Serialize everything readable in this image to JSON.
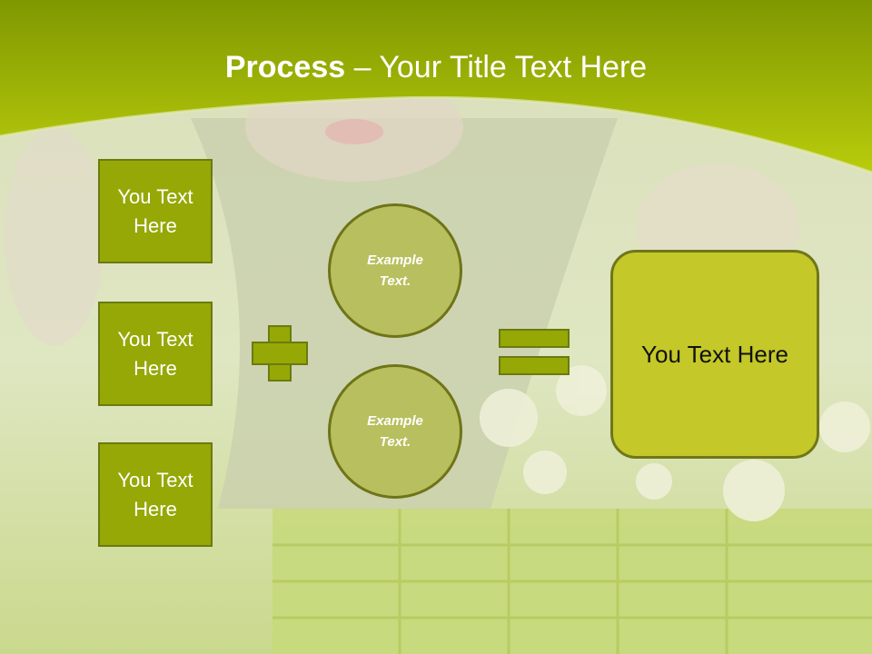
{
  "title": {
    "bold": "Process",
    "rest": " – Your Title Text Here"
  },
  "boxes": [
    {
      "label": "You Text Here"
    },
    {
      "label": "You Text Here"
    },
    {
      "label": "You Text Here"
    }
  ],
  "circles": [
    {
      "label": "Example Text."
    },
    {
      "label": "Example Text."
    }
  ],
  "result": {
    "label": "You Text Here"
  },
  "operators": {
    "plus": "plus-icon",
    "equals": "equals-icon"
  },
  "colors": {
    "header": "#aabd0c",
    "box": "#95a806",
    "circle": "#b8bf5e",
    "result": "#c4c828"
  }
}
